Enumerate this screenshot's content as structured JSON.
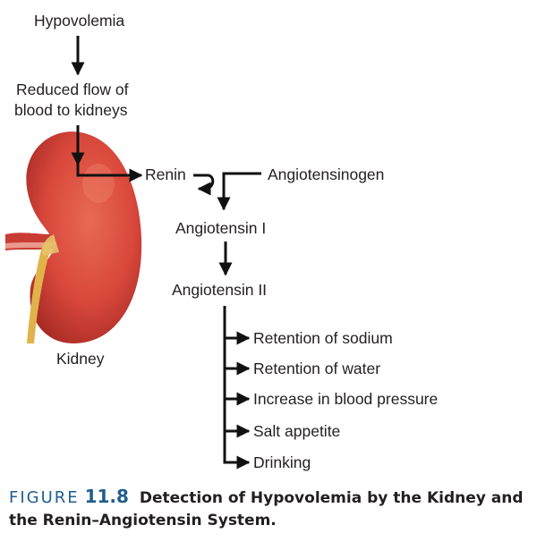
{
  "labels": {
    "hypovolemia": "Hypovolemia",
    "reduced_flow_line1": "Reduced flow of",
    "reduced_flow_line2": "blood to kidneys",
    "renin": "Renin",
    "angiotensinogen": "Angiotensinogen",
    "angiotensin_1": "Angiotensin I",
    "angiotensin_2": "Angiotensin II",
    "kidney": "Kidney"
  },
  "effects": [
    "Retention of sodium",
    "Retention of water",
    "Increase in blood pressure",
    "Salt appetite",
    "Drinking"
  ],
  "caption": {
    "figure_word": "FIGURE",
    "figure_number": "11.8",
    "title": "Detection of Hypovolemia by the Kidney and the Renin–Angiotensin System."
  },
  "colors": {
    "kidney": "#d8473b",
    "ureter": "#e0b24a",
    "arrow": "#111111",
    "caption_accent": "#1f5e8c"
  }
}
